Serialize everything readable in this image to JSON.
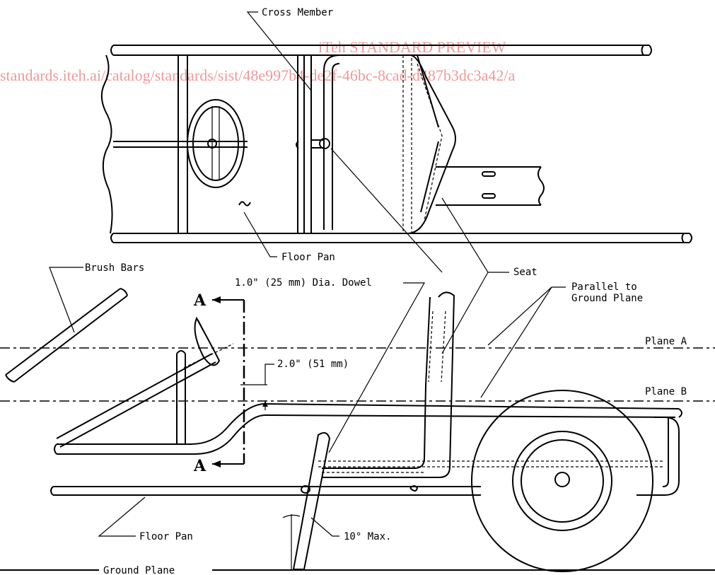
{
  "watermark": {
    "line1": "iTeh STANDARD PREVIEW",
    "line2": "standards.iteh.ai/catalog/standards/sist/48e997b4-de2f-46bc-8cad-d487b3dc3a42/a"
  },
  "labels": {
    "cross_member": "Cross Member",
    "floor_pan_top": "Floor Pan",
    "brush_bars": "Brush Bars",
    "dowel": "1.0\" (25 mm) Dia. Dowel",
    "seat": "Seat",
    "parallel_line1": "Parallel to",
    "parallel_line2": "Ground Plane",
    "plane_a": "Plane A",
    "plane_b": "Plane B",
    "offset": "2.0\" (51 mm)",
    "floor_pan_bottom": "Floor Pan",
    "angle": "10°  Max.",
    "ground_plane": "Ground Plane",
    "section_a_top": "A",
    "section_a_bottom": "A"
  }
}
